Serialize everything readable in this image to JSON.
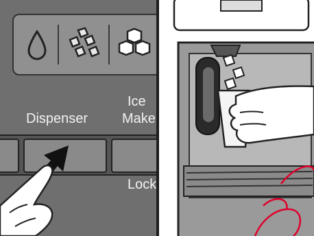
{
  "control_panel": {
    "dispenser_label": "Dispenser",
    "ice_maker_label_line1": "Ice",
    "ice_maker_label_line2": "Make",
    "lock_label": "Lock",
    "icons": [
      "water-drop-icon",
      "crushed-ice-icon",
      "ice-cubes-icon"
    ]
  },
  "colors": {
    "panel_gray": "#6f6f6f",
    "icon_bar_gray": "#909090",
    "watermark": "#e0002a"
  }
}
